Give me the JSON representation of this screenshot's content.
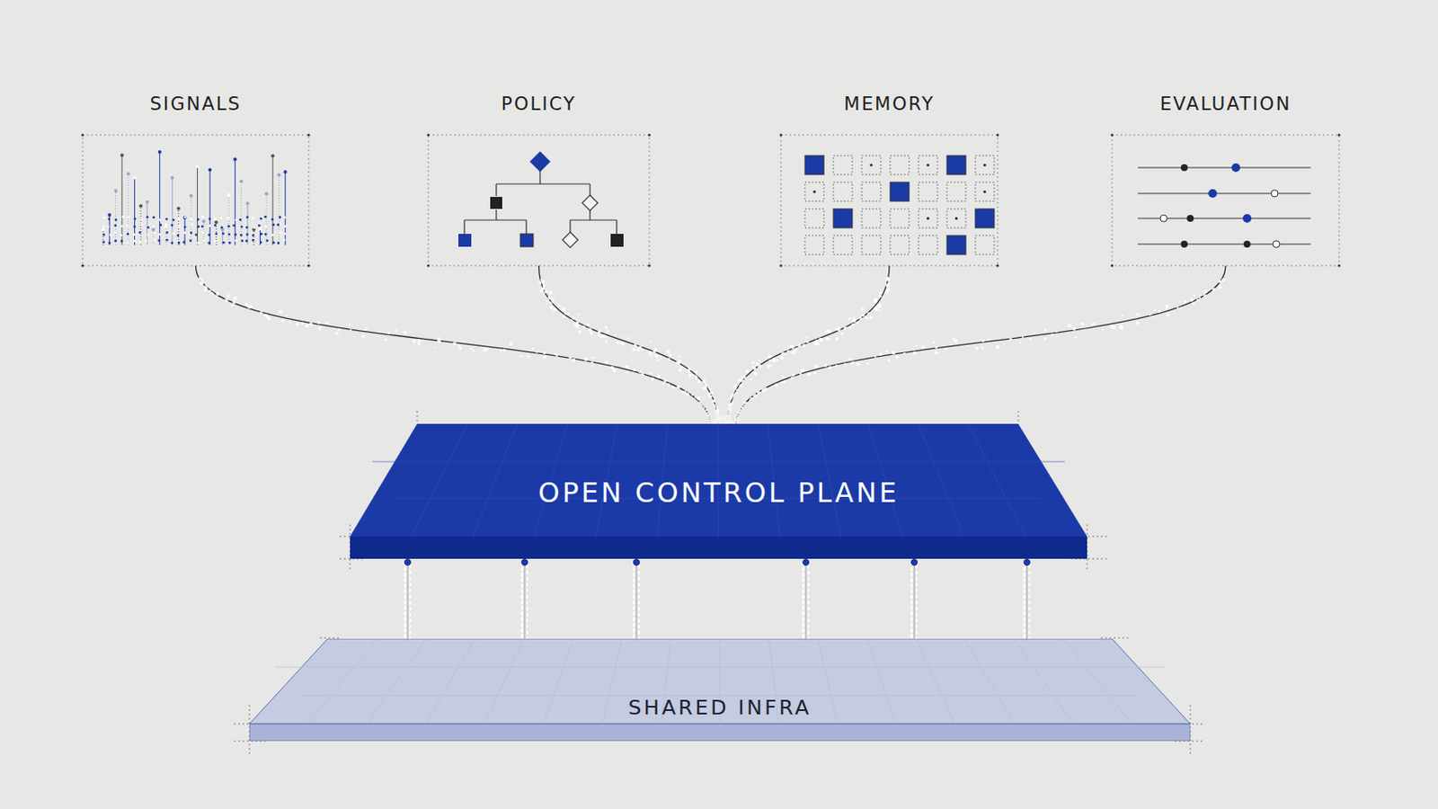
{
  "diagram": {
    "nodes": [
      {
        "text": [
          "SIGNALS"
        ]
      },
      {
        "text": [
          "POLICY"
        ]
      },
      {
        "text": [
          "MEMORY"
        ]
      },
      {
        "text": [
          "EVALUATION"
        ]
      },
      {
        "text": [
          "OPEN CONTROL PLANE"
        ]
      },
      {
        "text": [
          "SHARED INFRA"
        ]
      }
    ],
    "edges": [
      {
        "from": 0,
        "to": 4,
        "arrow": "none"
      },
      {
        "from": 1,
        "to": 4,
        "arrow": "none"
      },
      {
        "from": 2,
        "to": 4,
        "arrow": "none"
      },
      {
        "from": 3,
        "to": 4,
        "arrow": "none"
      },
      {
        "from": 4,
        "to": 5,
        "arrow": "none"
      },
      {
        "from": 4,
        "to": 5,
        "arrow": "none"
      },
      {
        "from": 4,
        "to": 5,
        "arrow": "none"
      },
      {
        "from": 4,
        "to": 5,
        "arrow": "none"
      },
      {
        "from": 4,
        "to": 5,
        "arrow": "none"
      },
      {
        "from": 4,
        "to": 5,
        "arrow": "none"
      }
    ]
  }
}
